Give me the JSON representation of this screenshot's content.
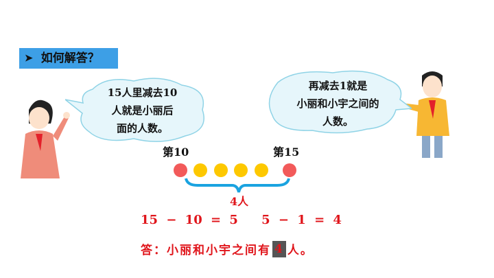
{
  "header": {
    "arrow_icon": "triangle-arrow-icon",
    "title": "如何解答？"
  },
  "left_bubble": {
    "lines": [
      "15人里减去10",
      "人就是小丽后",
      "面的人数。"
    ]
  },
  "right_bubble": {
    "lines": [
      "再减去1就是",
      "小丽和小宇之间的",
      "人数。"
    ]
  },
  "diagram": {
    "start_label": "第10",
    "end_label": "第15",
    "brace_label": "4人",
    "colors": {
      "end": "#f25a5a",
      "middle": "#fdc800",
      "brace": "#1aa3e0"
    }
  },
  "equation": {
    "eq1": "15 − 10 = 5",
    "eq2": "5 − 1 = 4"
  },
  "answer": {
    "prefix": "答：小丽和小宇之间有",
    "value": "4",
    "suffix": "人。"
  }
}
